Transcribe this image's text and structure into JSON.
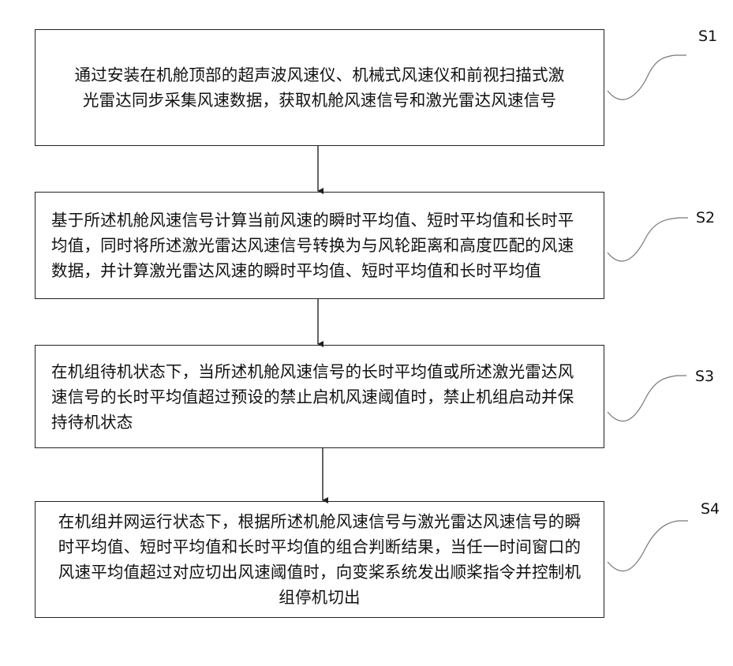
{
  "steps": [
    {
      "label": "S1",
      "text": "通过安装在机舱顶部的超声波风速仪、机械式风速仪和前视扫描式激光雷达同步采集风速数据，获取机舱风速信号和激光雷达风速信号"
    },
    {
      "label": "S2",
      "text": "基于所述机舱风速信号计算当前风速的瞬时平均值、短时平均值和长时平均值，同时将所述激光雷达风速信号转换为与风轮距离和高度匹配的风速数据，并计算激光雷达风速的瞬时平均值、短时平均值和长时平均值"
    },
    {
      "label": "S3",
      "text": "在机组待机状态下，当所述机舱风速信号的长时平均值或所述激光雷达风速信号的长时平均值超过预设的禁止启机风速阈值时，禁止机组启动并保持待机状态"
    },
    {
      "label": "S4",
      "text": "在机组并网运行状态下，根据所述机舱风速信号与激光雷达风速信号的瞬时平均值、短时平均值和长时平均值的组合判断结果，当任一时间窗口的风速平均值超过对应切出风速阈值时，向变桨系统发出顺桨指令并控制机组停机切出"
    }
  ]
}
